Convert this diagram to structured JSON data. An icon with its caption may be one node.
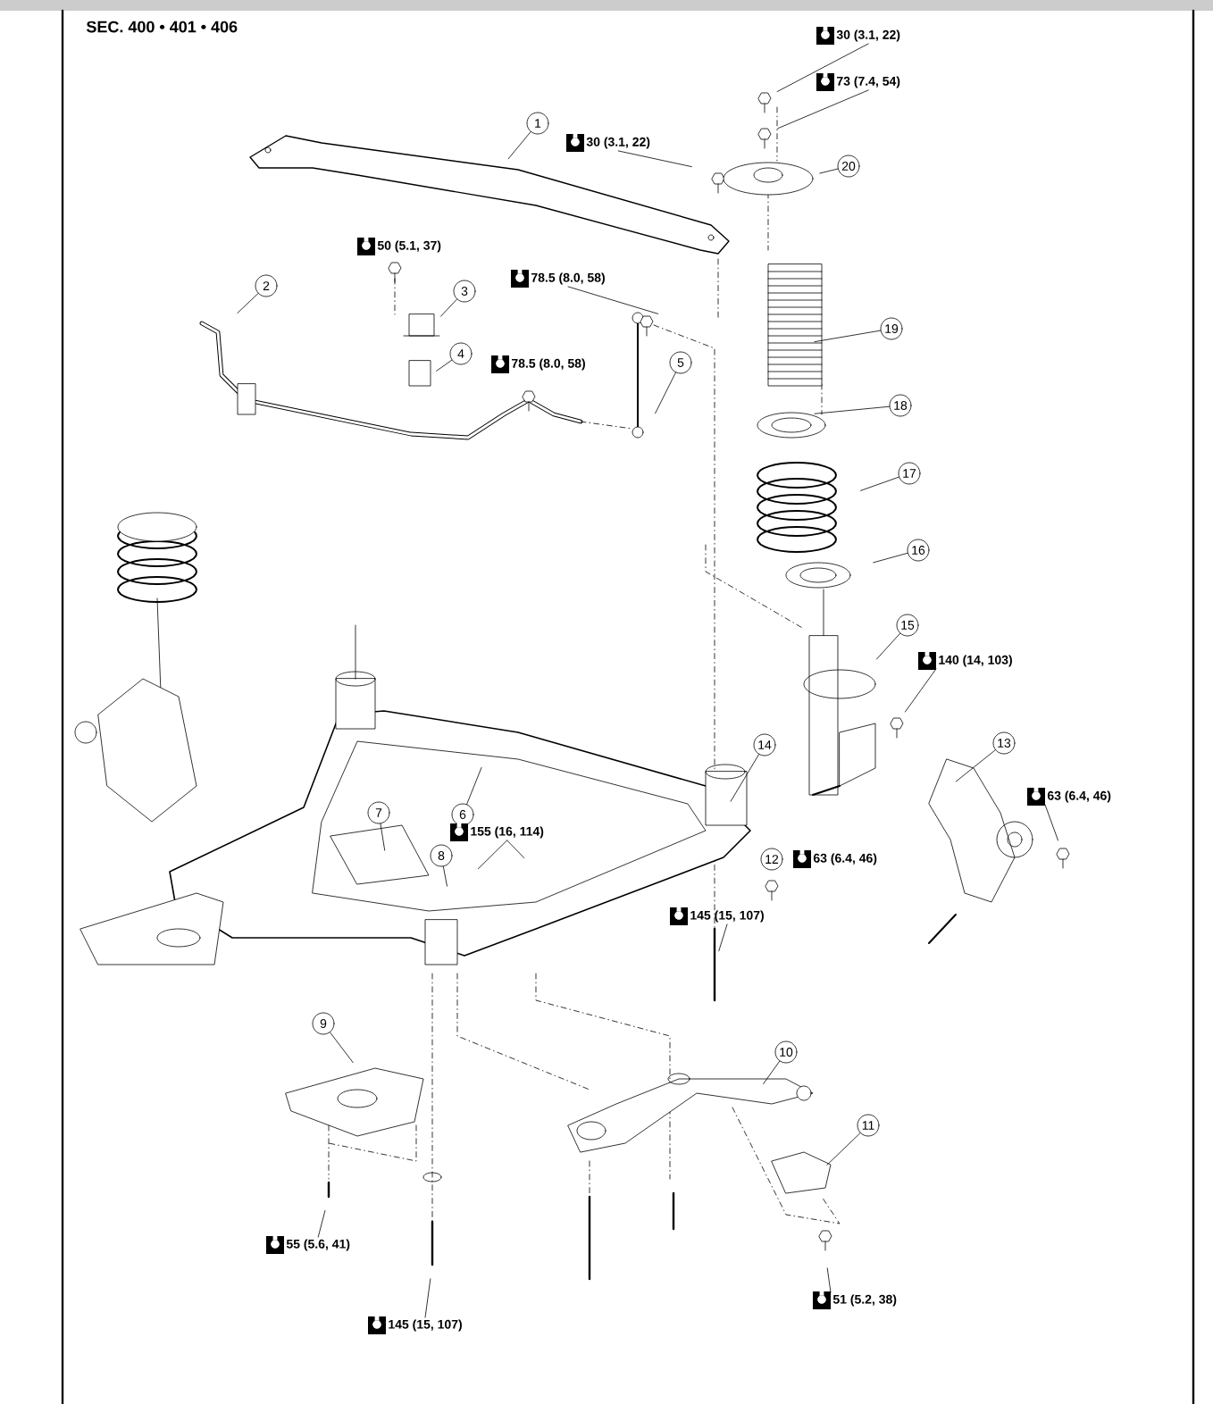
{
  "diagram": {
    "title": "SEC. 400 • 401 • 406",
    "nodes": [
      {
        "text": [
          "1"
        ]
      },
      {
        "text": [
          "2"
        ]
      },
      {
        "text": [
          "3"
        ]
      },
      {
        "text": [
          "4"
        ]
      },
      {
        "text": [
          "5"
        ]
      },
      {
        "text": [
          "6"
        ]
      },
      {
        "text": [
          "7"
        ]
      },
      {
        "text": [
          "8"
        ]
      },
      {
        "text": [
          "9"
        ]
      },
      {
        "text": [
          "10"
        ]
      },
      {
        "text": [
          "11"
        ]
      },
      {
        "text": [
          "12"
        ]
      },
      {
        "text": [
          "13"
        ]
      },
      {
        "text": [
          "14"
        ]
      },
      {
        "text": [
          "15"
        ]
      },
      {
        "text": [
          "16"
        ]
      },
      {
        "text": [
          "17"
        ]
      },
      {
        "text": [
          "18"
        ]
      },
      {
        "text": [
          "19"
        ]
      },
      {
        "text": [
          "20"
        ]
      },
      {
        "text": [
          "30 (3.1, 22)"
        ]
      },
      {
        "text": [
          "73 (7.4, 54)"
        ]
      },
      {
        "text": [
          "30 (3.1, 22)"
        ]
      },
      {
        "text": [
          "78.5 (8.0, 58)"
        ]
      },
      {
        "text": [
          "140 (14, 103)"
        ]
      },
      {
        "text": [
          "63 (6.4, 46)"
        ]
      },
      {
        "text": [
          "155 (16, 114)"
        ]
      },
      {
        "text": [
          "145 (15, 107)"
        ]
      },
      {
        "text": [
          "55 (5.6, 41)"
        ]
      },
      {
        "text": [
          "145 (15, 107)"
        ]
      },
      {
        "text": [
          "51 (5.2, 38)"
        ]
      }
    ],
    "edges": [
      {
        "from": 0,
        "to": null,
        "arrow": "none"
      },
      {
        "from": 1,
        "to": null,
        "arrow": "none"
      },
      {
        "from": 2,
        "to": null,
        "arrow": "none"
      },
      {
        "from": 3,
        "to": null,
        "arrow": "none"
      },
      {
        "from": 4,
        "to": null,
        "arrow": "none"
      },
      {
        "from": 5,
        "to": null,
        "arrow": "none"
      },
      {
        "from": 6,
        "to": null,
        "arrow": "none"
      },
      {
        "from": 7,
        "to": null,
        "arrow": "none"
      },
      {
        "from": 8,
        "to": null,
        "arrow": "none"
      },
      {
        "from": 9,
        "to": null,
        "arrow": "none"
      },
      {
        "from": 10,
        "to": null,
        "arrow": "none"
      },
      {
        "from": 12,
        "to": null,
        "arrow": "none"
      },
      {
        "from": 13,
        "to": null,
        "arrow": "none"
      },
      {
        "from": 14,
        "to": null,
        "arrow": "none"
      },
      {
        "from": 15,
        "to": null,
        "arrow": "none"
      },
      {
        "from": 16,
        "to": null,
        "arrow": "none"
      },
      {
        "from": 17,
        "to": null,
        "arrow": "none"
      },
      {
        "from": 18,
        "to": null,
        "arrow": "none"
      },
      {
        "from": 19,
        "to": null,
        "arrow": "none"
      },
      {
        "from": 20,
        "to": null,
        "arrow": "none"
      },
      {
        "from": 21,
        "to": null,
        "arrow": "none"
      },
      {
        "from": 22,
        "to": null,
        "arrow": "none"
      },
      {
        "from": 23,
        "to": null,
        "arrow": "none"
      },
      {
        "from": 24,
        "to": null,
        "arrow": "none"
      },
      {
        "from": 25,
        "to": null,
        "arrow": "none"
      },
      {
        "from": 26,
        "to": null,
        "arrow": "none"
      },
      {
        "from": 26,
        "to": null,
        "arrow": "none"
      },
      {
        "from": 27,
        "to": null,
        "arrow": "none"
      },
      {
        "from": 28,
        "to": null,
        "arrow": "none"
      },
      {
        "from": 29,
        "to": null,
        "arrow": "none"
      },
      {
        "from": 30,
        "to": null,
        "arrow": "none"
      }
    ],
    "labels": [
      "50 (5.1, 37)",
      "78.5 (8.0, 58)",
      "63 (6.4, 46)"
    ]
  }
}
